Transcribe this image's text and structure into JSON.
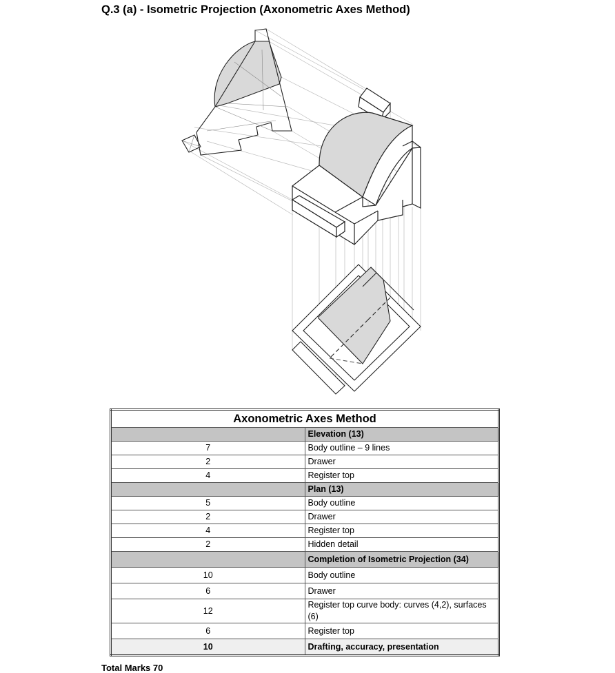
{
  "page": {
    "title": "Q.3 (a) - Isometric Projection (Axonometric Axes Method)",
    "total_marks": "Total Marks 70"
  },
  "table": {
    "heading": "Axonometric Axes Method",
    "sections": [
      {
        "title": "Elevation (13)",
        "rows": [
          {
            "marks": "7",
            "item": "Body outline – 9 lines"
          },
          {
            "marks": "2",
            "item": "Drawer"
          },
          {
            "marks": "4",
            "item": "Register top"
          }
        ]
      },
      {
        "title": "Plan (13)",
        "rows": [
          {
            "marks": "5",
            "item": "Body outline"
          },
          {
            "marks": "2",
            "item": "Drawer"
          },
          {
            "marks": "4",
            "item": "Register top"
          },
          {
            "marks": "2",
            "item": "Hidden detail"
          }
        ]
      },
      {
        "title": "Completion of Isometric Projection (34)",
        "rows": [
          {
            "marks": "10",
            "item": "Body outline"
          },
          {
            "marks": "6",
            "item": "Drawer"
          },
          {
            "marks": "12",
            "item": "Register top curve body: curves (4,2), surfaces (6)"
          },
          {
            "marks": "6",
            "item": "Register top"
          },
          {
            "marks": "10",
            "item": "Drafting, accuracy, presentation"
          }
        ]
      }
    ]
  },
  "colors": {
    "shade": "#d9d9d9",
    "section_fill": "#c4c4c4",
    "construction_line": "#b5b5b5"
  }
}
